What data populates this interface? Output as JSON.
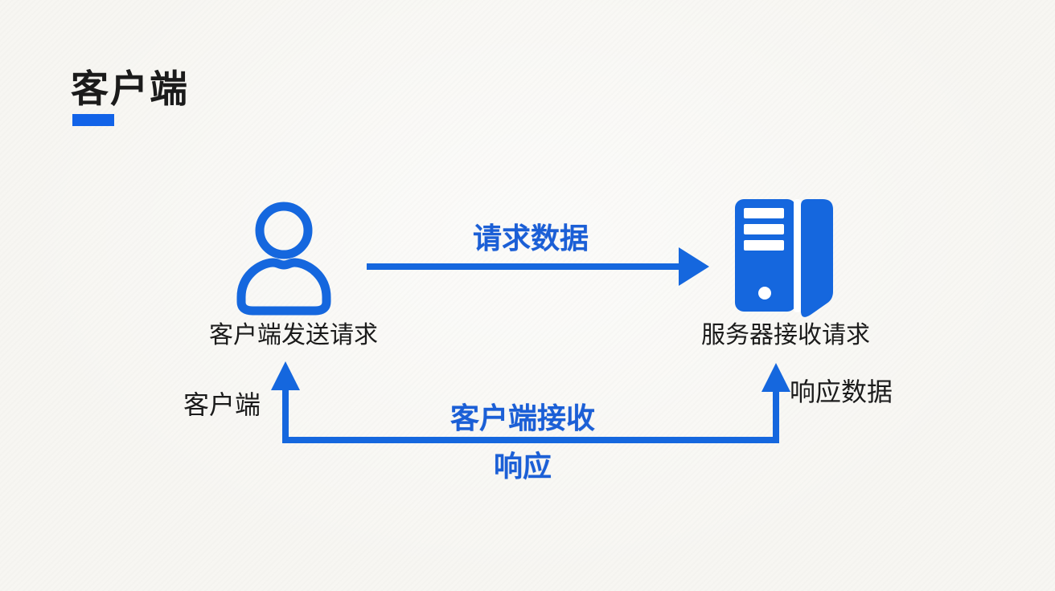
{
  "slide": {
    "title": "客户端"
  },
  "diagram": {
    "client": {
      "icon": "person-icon",
      "caption": "客户端发送请求"
    },
    "server": {
      "icon": "server-icon",
      "caption": "服务器接收请求"
    },
    "request": {
      "label": "请求数据",
      "direction": "client-to-server"
    },
    "response": {
      "client_label": "客户端",
      "data_label": "响应数据",
      "center_line1": "客户端接收",
      "center_line2": "响应",
      "direction": "server-to-client"
    }
  },
  "colors": {
    "accent": "#1567de",
    "accent_text": "#1b5fd6",
    "title_underline": "#1263e8",
    "text_dark": "#1b1b1b",
    "background": "#f7f6f2"
  }
}
